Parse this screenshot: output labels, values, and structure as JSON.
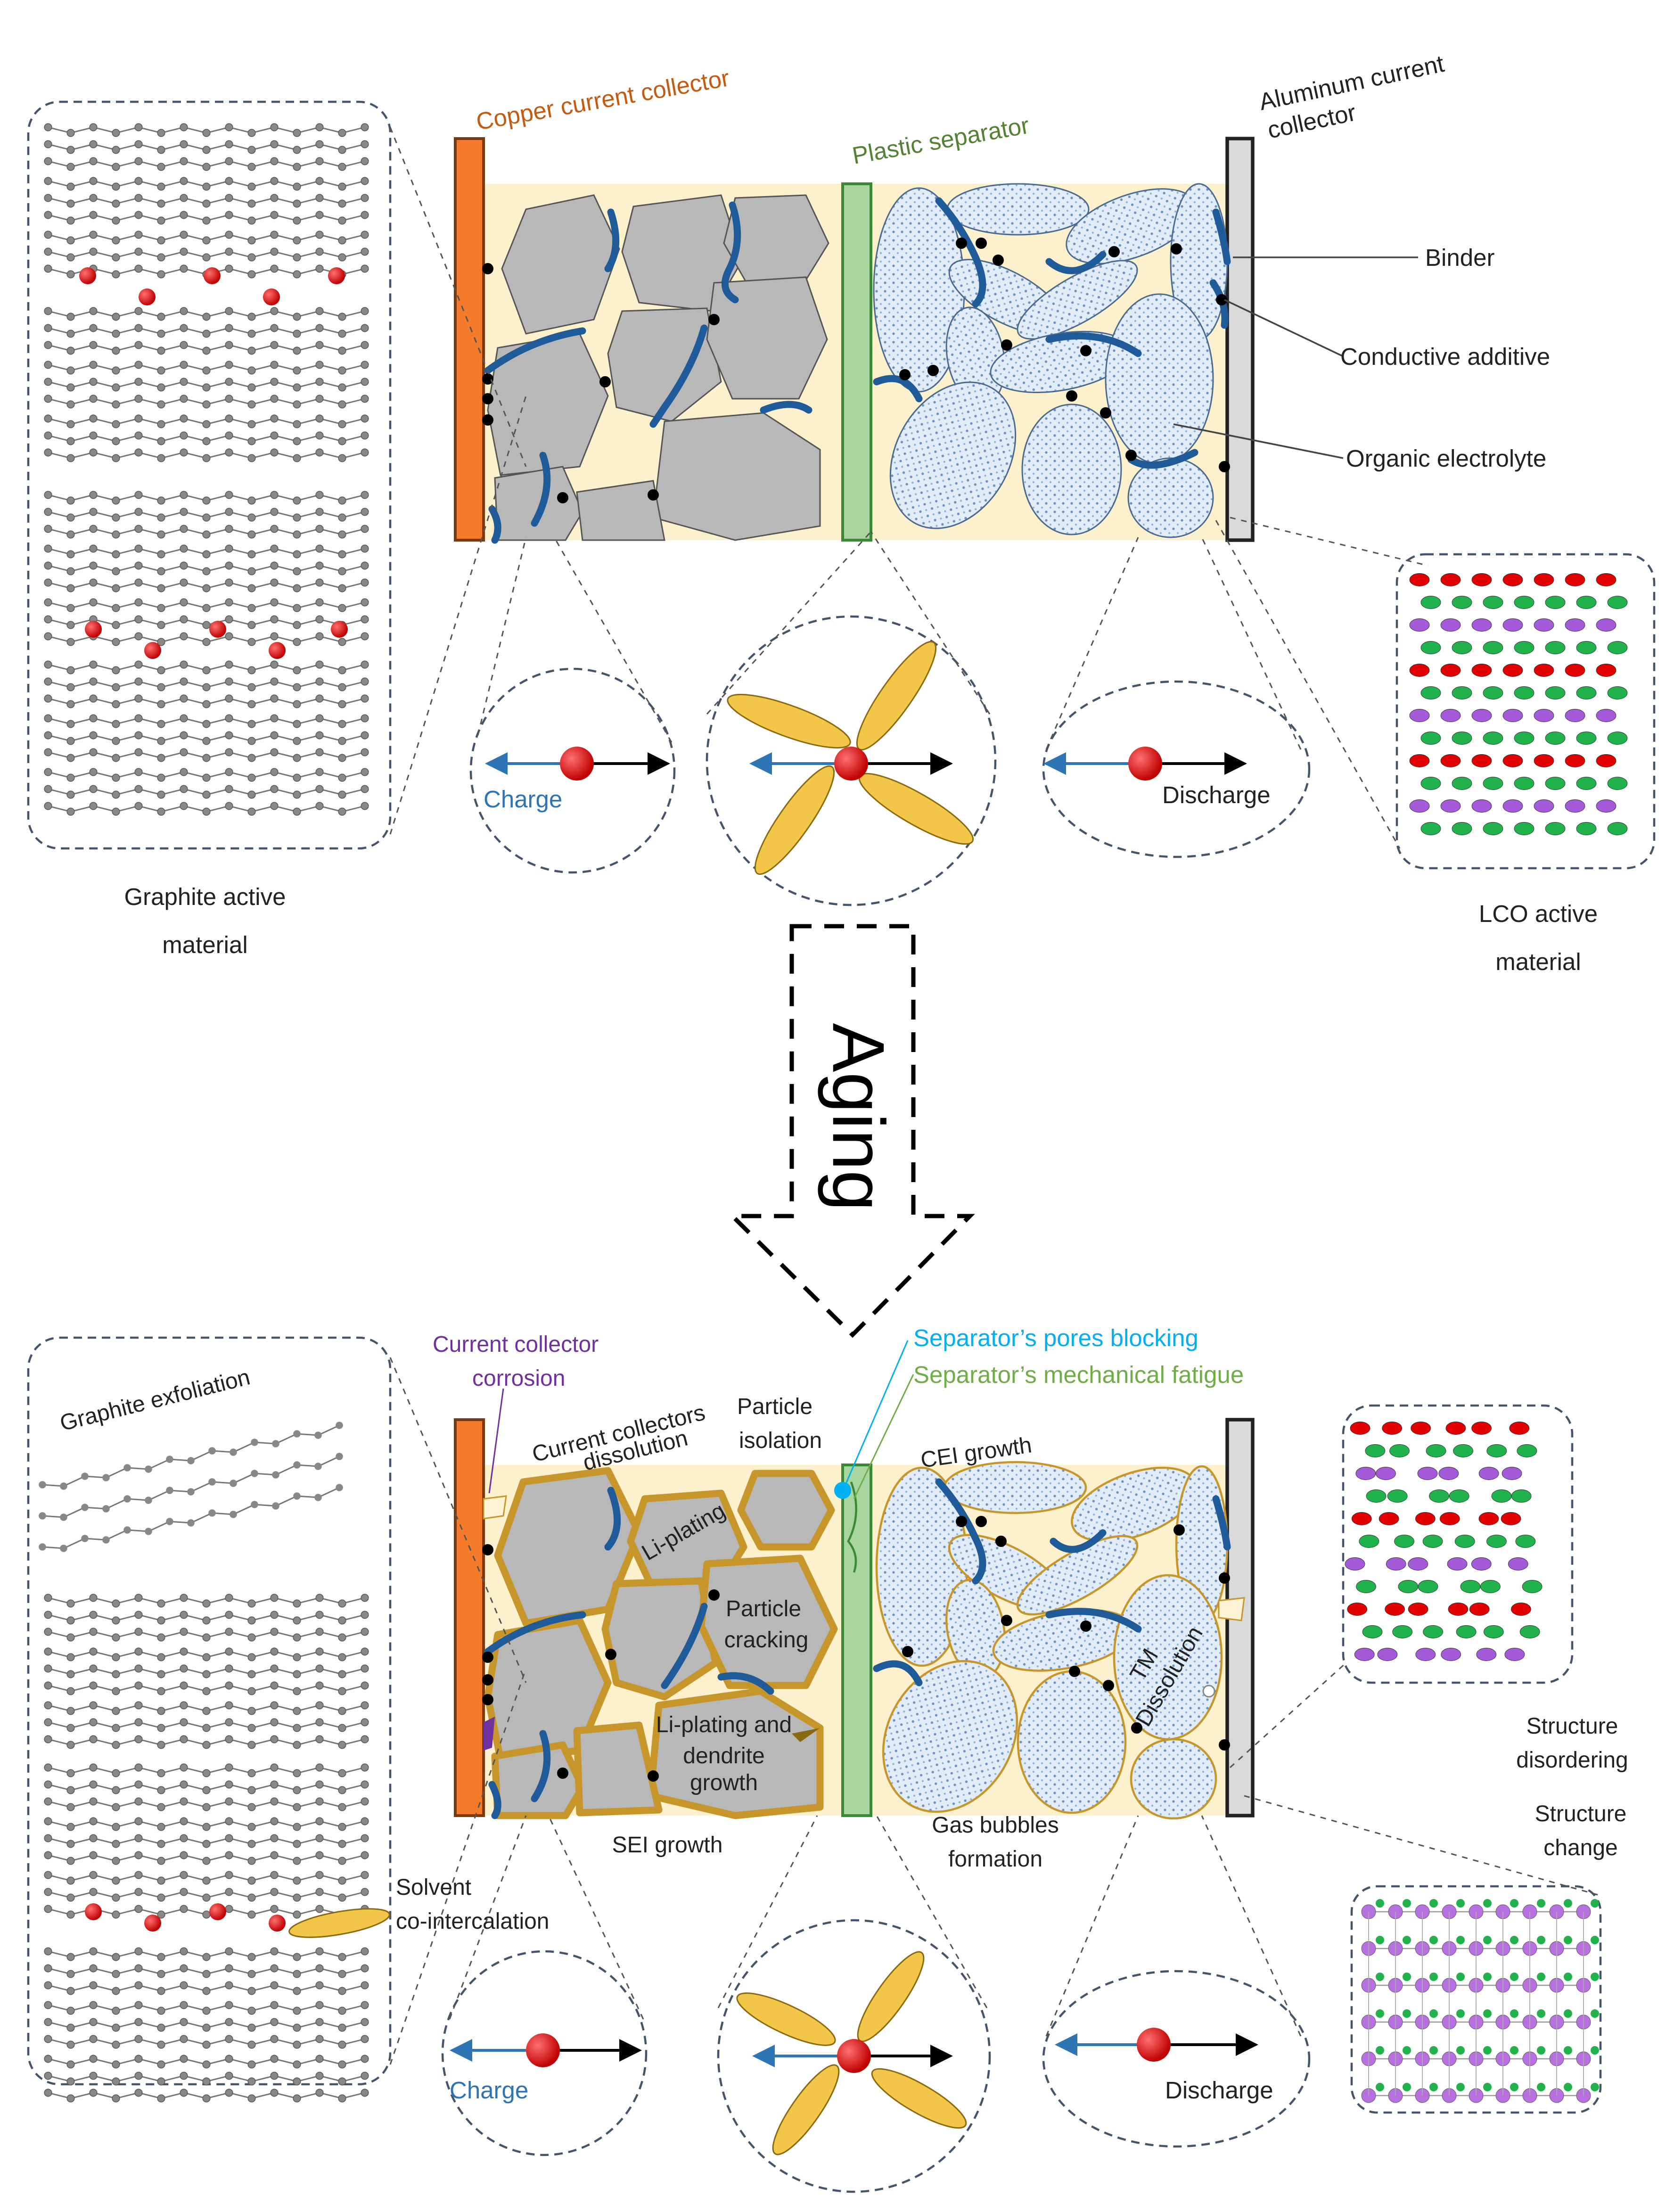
{
  "top": {
    "copper_collector": "Copper current collector",
    "plastic_separator": "Plastic separator",
    "aluminum_collector_line1": "Aluminum current",
    "aluminum_collector_line2": "collector",
    "binder": "Binder",
    "conductive_additive": "Conductive additive",
    "organic_electrolyte": "Organic electrolyte",
    "graphite_line1": "Graphite active",
    "graphite_line2": "material",
    "lco_line1": "LCO active",
    "lco_line2": "material",
    "charge": "Charge",
    "discharge": "Discharge"
  },
  "aging": "Aging",
  "bottom": {
    "current_collector_corrosion_line1": "Current collector",
    "current_collector_corrosion_line2": "corrosion",
    "separator_pores_blocking": "Separator’s pores blocking",
    "separator_fatigue": "Separator’s mechanical fatigue",
    "graphite_exfoliation": "Graphite exfoliation",
    "collectors_dissolution_line1": "Current collectors",
    "collectors_dissolution_line2": "dissolution",
    "particle_isolation_line1": "Particle",
    "particle_isolation_line2": "isolation",
    "cei_growth": "CEI growth",
    "li_plating": "Li-plating",
    "particle_cracking_line1": "Particle",
    "particle_cracking_line2": "cracking",
    "li_plating_dendrite_line1": "Li-plating and",
    "li_plating_dendrite_line2": "dendrite",
    "li_plating_dendrite_line3": "growth",
    "tm_dissolution_line1": "TM",
    "tm_dissolution_line2": "Dissolution",
    "structure_disordering_line1": "Structure",
    "structure_disordering_line2": "disordering",
    "structure_change_line1": "Structure",
    "structure_change_line2": "change",
    "sei_growth": "SEI growth",
    "gas_bubbles_line1": "Gas bubbles",
    "gas_bubbles_line2": "formation",
    "solvent_line1": "Solvent",
    "solvent_line2": "co-intercalation",
    "charge": "Charge",
    "discharge": "Discharge"
  },
  "colors": {
    "copper": "#f47b2a",
    "aluminum": "#d9d9d9",
    "separator": "#a8d5a0",
    "separator_border": "#3a8a35",
    "electrolyte": "#fdf0cc",
    "graphite_particle": "#b8b8b8",
    "lco_particle": "#dde9f5",
    "binder": "#1f5a99",
    "lithium": "#e00000",
    "solvent": "#f2c649",
    "sei": "#c7962b",
    "copper_label": "#c55a11",
    "separator_label": "#548235",
    "corrosion_label": "#7030a0",
    "pores_label": "#00b0f0",
    "fatigue_label": "#70ad47",
    "charge_arrow": "#2e75b6"
  }
}
